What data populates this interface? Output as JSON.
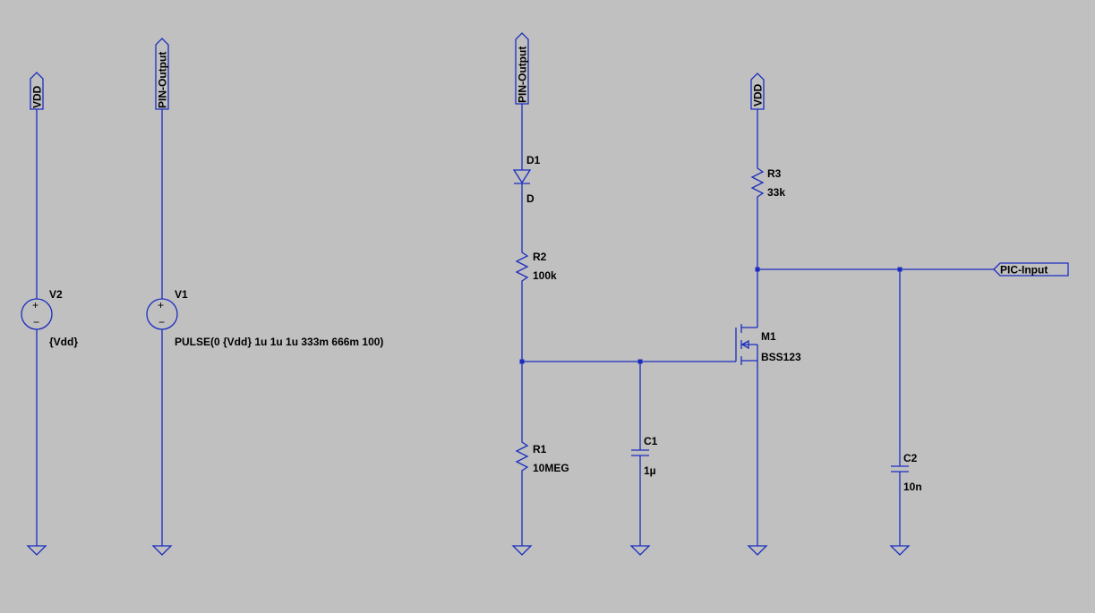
{
  "colors": {
    "background": "#c0c0c0",
    "wire": "#1a2dbf",
    "text": "#000000"
  },
  "net_flags": {
    "vdd_left": "VDD",
    "pin_output_left": "PIN-Output",
    "pin_output_mid": "PIN-Output",
    "vdd_right": "VDD",
    "pic_input": "PIC-Input"
  },
  "components": {
    "v2": {
      "name": "V2",
      "value": "{Vdd}"
    },
    "v1": {
      "name": "V1",
      "value": "PULSE(0 {Vdd} 1u 1u 1u 333m 666m 100)"
    },
    "d1": {
      "name": "D1",
      "value": "D"
    },
    "r2": {
      "name": "R2",
      "value": "100k"
    },
    "r1": {
      "name": "R1",
      "value": "10MEG"
    },
    "c1": {
      "name": "C1",
      "value": "1µ"
    },
    "r3": {
      "name": "R3",
      "value": "33k"
    },
    "m1": {
      "name": "M1",
      "value": "BSS123"
    },
    "c2": {
      "name": "C2",
      "value": "10n"
    }
  },
  "source_polarity": {
    "plus": "+",
    "minus": "−"
  }
}
